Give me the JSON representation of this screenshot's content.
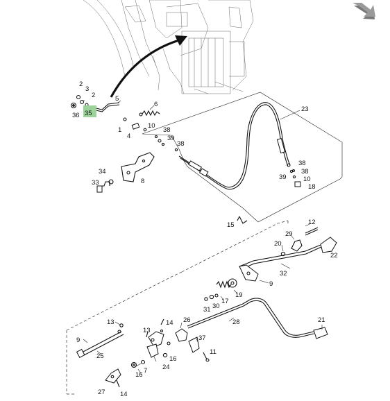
{
  "diagram": {
    "callouts": [
      {
        "id": "c2a",
        "text": "2"
      },
      {
        "id": "c3",
        "text": "3"
      },
      {
        "id": "c2b",
        "text": "2"
      },
      {
        "id": "c36",
        "text": "36"
      },
      {
        "id": "c35",
        "text": "35",
        "highlight": true
      },
      {
        "id": "c5",
        "text": "5"
      },
      {
        "id": "c6",
        "text": "6"
      },
      {
        "id": "c1",
        "text": "1"
      },
      {
        "id": "c4",
        "text": "4"
      },
      {
        "id": "c10a",
        "text": "10"
      },
      {
        "id": "c38a",
        "text": "38"
      },
      {
        "id": "c39a",
        "text": "39"
      },
      {
        "id": "c38b",
        "text": "38"
      },
      {
        "id": "c34",
        "text": "34"
      },
      {
        "id": "c33",
        "text": "33"
      },
      {
        "id": "c8",
        "text": "8"
      },
      {
        "id": "c23",
        "text": "23"
      },
      {
        "id": "c38c",
        "text": "38"
      },
      {
        "id": "c38d",
        "text": "38"
      },
      {
        "id": "c39b",
        "text": "39"
      },
      {
        "id": "c10b",
        "text": "10"
      },
      {
        "id": "c18",
        "text": "18"
      },
      {
        "id": "c15",
        "text": "15"
      },
      {
        "id": "c12",
        "text": "12"
      },
      {
        "id": "c29",
        "text": "29"
      },
      {
        "id": "c20",
        "text": "20"
      },
      {
        "id": "c22",
        "text": "22"
      },
      {
        "id": "c32",
        "text": "32"
      },
      {
        "id": "c9a",
        "text": "9"
      },
      {
        "id": "c17",
        "text": "17"
      },
      {
        "id": "c19",
        "text": "19"
      },
      {
        "id": "c31",
        "text": "31"
      },
      {
        "id": "c30",
        "text": "30"
      },
      {
        "id": "c28",
        "text": "28"
      },
      {
        "id": "c21",
        "text": "21"
      },
      {
        "id": "c13a",
        "text": "13"
      },
      {
        "id": "c9b",
        "text": "9"
      },
      {
        "id": "c25",
        "text": "25"
      },
      {
        "id": "c13b",
        "text": "13"
      },
      {
        "id": "c14a",
        "text": "14"
      },
      {
        "id": "c26",
        "text": "26"
      },
      {
        "id": "c37",
        "text": "37"
      },
      {
        "id": "c11",
        "text": "11"
      },
      {
        "id": "c7",
        "text": "7"
      },
      {
        "id": "c16a",
        "text": "16"
      },
      {
        "id": "c24",
        "text": "24"
      },
      {
        "id": "c16b",
        "text": "16"
      },
      {
        "id": "c27",
        "text": "27"
      },
      {
        "id": "c14b",
        "text": "14"
      }
    ],
    "colors": {
      "highlight": "#9bd39b",
      "ink": "#111111",
      "nav_arrow": "#777777"
    }
  },
  "icons": {
    "nav": "arrow-down-right-icon"
  }
}
